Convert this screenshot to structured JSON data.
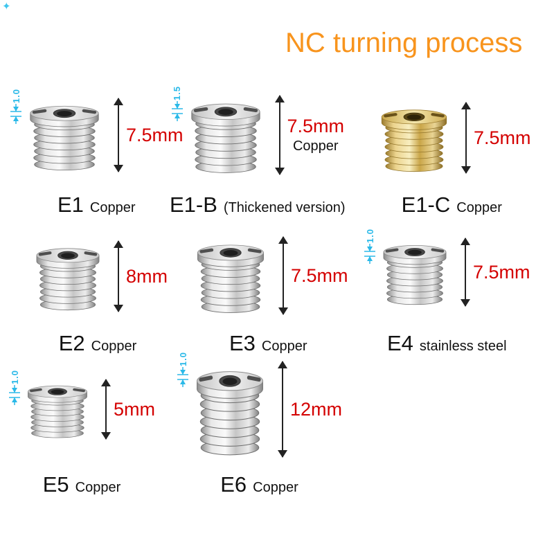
{
  "title": "NC turning process",
  "icons": {
    "sparkle": "✦"
  },
  "colors": {
    "title": "#f8941d",
    "dimension_text": "#d40000",
    "thickness_annotation": "#2ab9e8",
    "silver_metal": "#d9d9d9",
    "brass_metal": "#d9b35e",
    "label_text": "#111111"
  },
  "items": [
    {
      "name": "E1",
      "material": "Copper",
      "height": "7.5mm",
      "lip_thickness": "1.0",
      "metal": "silver"
    },
    {
      "name": "E1-B",
      "suffix": "(Thickened version)",
      "material": "Copper",
      "height": "7.5mm",
      "lip_thickness": "1.5",
      "metal": "silver"
    },
    {
      "name": "E1-C",
      "material": "Copper",
      "height": "7.5mm",
      "metal": "brass"
    },
    {
      "name": "E2",
      "material": "Copper",
      "height": "8mm",
      "metal": "silver"
    },
    {
      "name": "E3",
      "material": "Copper",
      "height": "7.5mm",
      "metal": "silver"
    },
    {
      "name": "E4",
      "material": "stainless steel",
      "height": "7.5mm",
      "lip_thickness": "1.0",
      "metal": "stainless steel"
    },
    {
      "name": "E5",
      "material": "Copper",
      "height": "5mm",
      "lip_thickness": "1.0",
      "metal": "silver"
    },
    {
      "name": "E6",
      "material": "Copper",
      "height": "12mm",
      "lip_thickness": "1.0",
      "metal": "silver"
    }
  ]
}
